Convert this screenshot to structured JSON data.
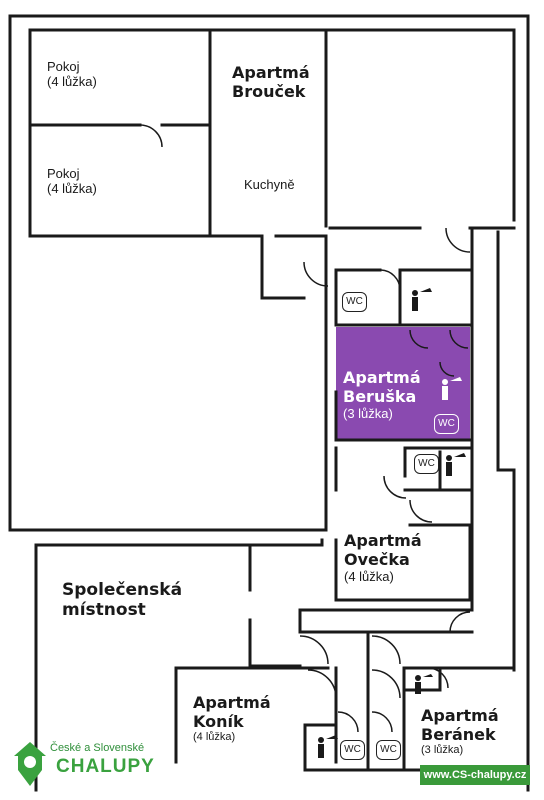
{
  "rooms": {
    "pokoj_top": {
      "line1": "Pokoj",
      "line2": "(4 lůžka)"
    },
    "pokoj_bottom": {
      "line1": "Pokoj",
      "line2": "(4 lůžka)"
    },
    "broucek": {
      "line1": "Apartmá",
      "line2": "Brouček"
    },
    "kuchyne": "Kuchyně",
    "beruska": {
      "line1": "Apartmá",
      "line2": "Beruška",
      "line3": "(3 lůžka)"
    },
    "ovecka": {
      "line1": "Apartmá",
      "line2": "Ovečka",
      "line3": "(4 lůžka)"
    },
    "spolecenska": {
      "line1": "Společenská",
      "line2": "místnost"
    },
    "konik": {
      "line1": "Apartmá",
      "line2": "Koník",
      "line3": "(4 lůžka)"
    },
    "beranek": {
      "line1": "Apartmá",
      "line2": "Beránek",
      "line3": "(3 lůžka)"
    }
  },
  "wc_label": "WC",
  "icons": {
    "shower": "shower-icon",
    "logo": "house-pin-logo-icon"
  },
  "colors": {
    "walls": "#1a1a1a",
    "highlight": "#8a4ab0",
    "brand_green": "#3aa23f"
  },
  "branding": {
    "tagline": "České a Slovenské",
    "name": "CHALUPY",
    "website": "www.CS-chalupy.cz"
  }
}
